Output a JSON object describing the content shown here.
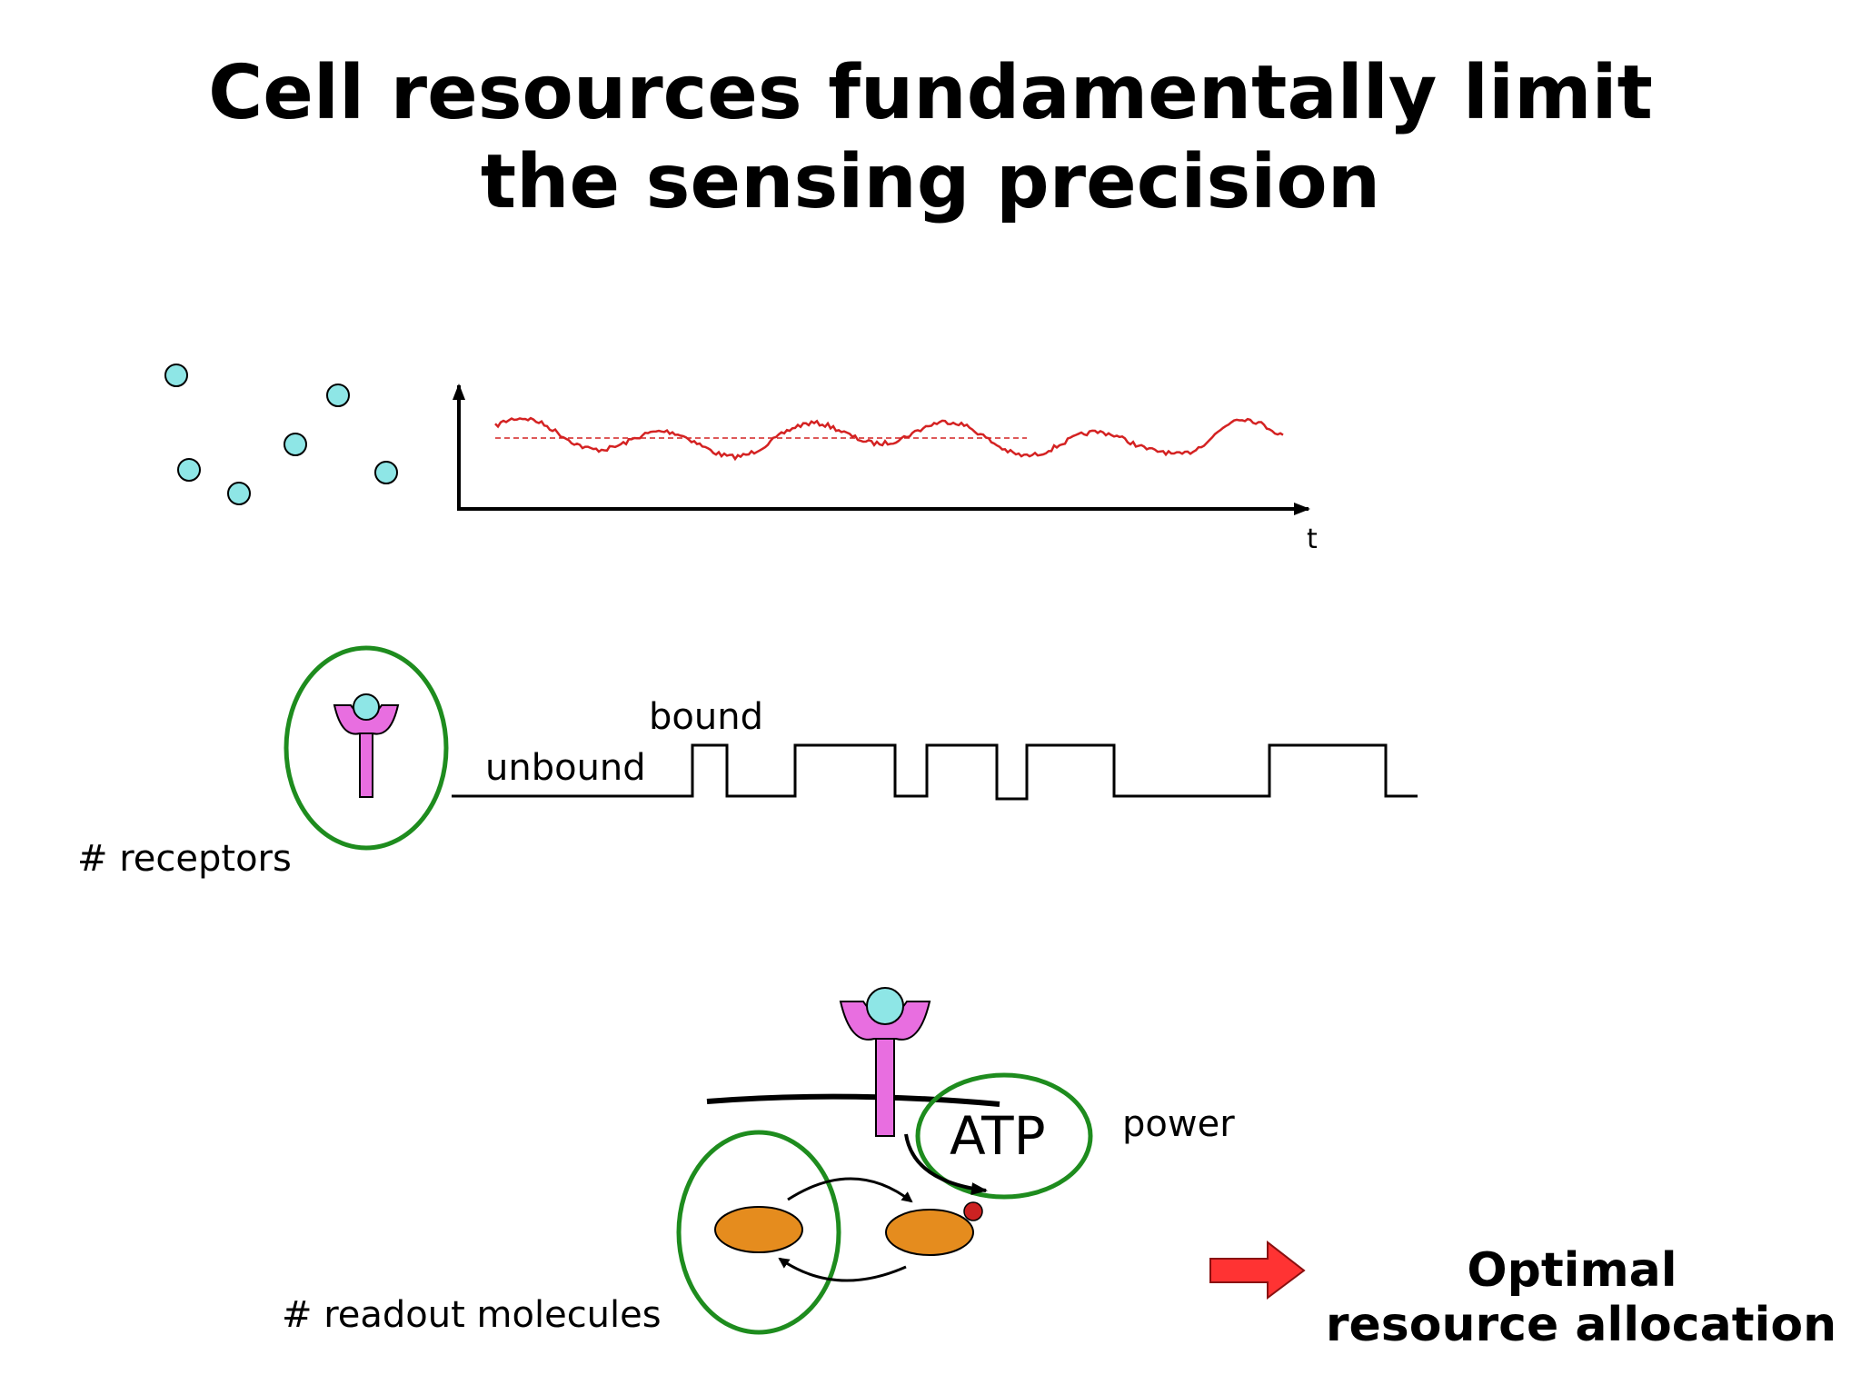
{
  "title": {
    "line1": "Cell resources fundamentally limit",
    "line2": "the sensing precision"
  },
  "panel1": {
    "axis_label": "t"
  },
  "panel2": {
    "state_high_label": "bound",
    "state_low_label": "unbound",
    "resource_label": "# receptors"
  },
  "panel3": {
    "energy_label": "ATP",
    "energy_resource_label": "power",
    "readout_resource_label": "# readout molecules"
  },
  "conclusion": {
    "line1": "Optimal",
    "line2": "resource allocation"
  },
  "colors": {
    "ligand": "#8ee6e6",
    "receptor": "#e86ee0",
    "readout": "#e58c1e",
    "highlight_ellipse": "#1e8c1e",
    "trace": "#d42222",
    "phosphate": "#cc2222",
    "arrow": "#ff3333"
  },
  "icons": {
    "ligand": "ligand-molecule-icon",
    "receptor": "receptor-icon",
    "readout": "readout-molecule-icon",
    "arrow": "right-arrow-icon"
  }
}
